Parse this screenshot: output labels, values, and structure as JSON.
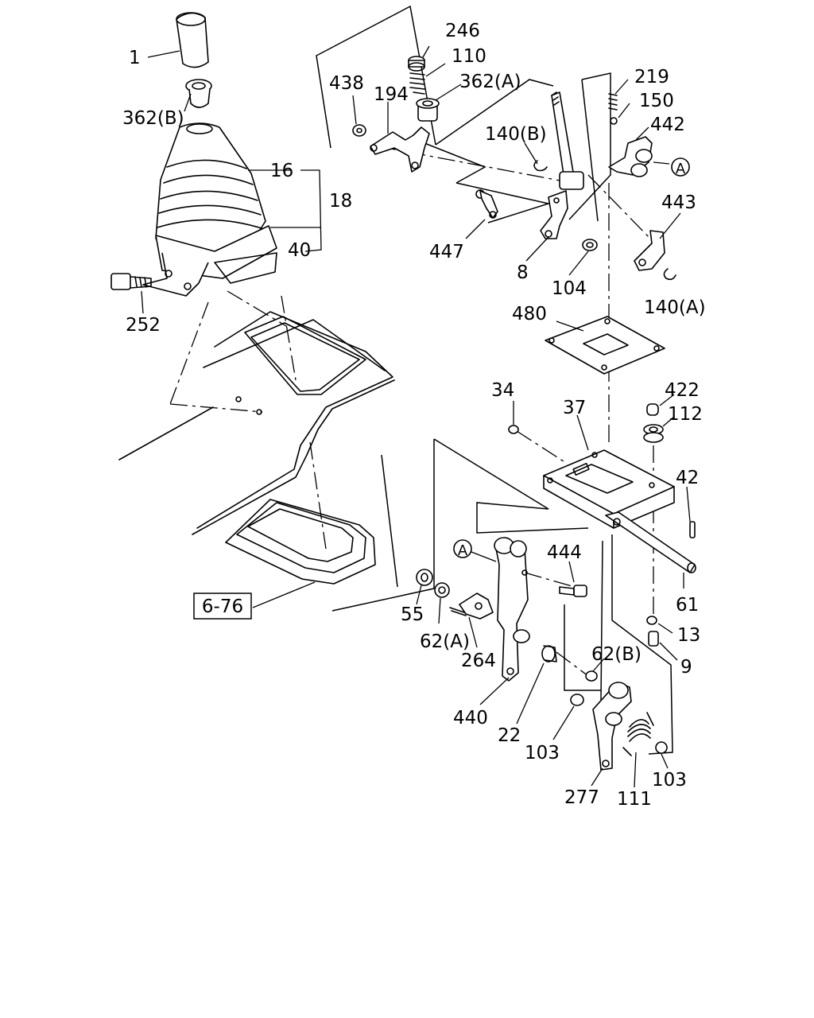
{
  "diagram": {
    "callouts": [
      {
        "id": "c1",
        "text": "1"
      },
      {
        "id": "c362b",
        "text": "362(B)"
      },
      {
        "id": "c16",
        "text": "16"
      },
      {
        "id": "c18",
        "text": "18"
      },
      {
        "id": "c40",
        "text": "40"
      },
      {
        "id": "c252",
        "text": "252"
      },
      {
        "id": "c246",
        "text": "246"
      },
      {
        "id": "c110",
        "text": "110"
      },
      {
        "id": "c362a",
        "text": "362(A)"
      },
      {
        "id": "c438",
        "text": "438"
      },
      {
        "id": "c194",
        "text": "194"
      },
      {
        "id": "c140b",
        "text": "140(B)"
      },
      {
        "id": "c447",
        "text": "447"
      },
      {
        "id": "c8",
        "text": "8"
      },
      {
        "id": "c104",
        "text": "104"
      },
      {
        "id": "c219",
        "text": "219"
      },
      {
        "id": "c150",
        "text": "150"
      },
      {
        "id": "c442",
        "text": "442"
      },
      {
        "id": "c443",
        "text": "443"
      },
      {
        "id": "c140a",
        "text": "140(A)"
      },
      {
        "id": "c480",
        "text": "480"
      },
      {
        "id": "c34",
        "text": "34"
      },
      {
        "id": "c37",
        "text": "37"
      },
      {
        "id": "c422",
        "text": "422"
      },
      {
        "id": "c112",
        "text": "112"
      },
      {
        "id": "c42",
        "text": "42"
      },
      {
        "id": "c61",
        "text": "61"
      },
      {
        "id": "c444",
        "text": "444"
      },
      {
        "id": "c13",
        "text": "13"
      },
      {
        "id": "c9",
        "text": "9"
      },
      {
        "id": "c55",
        "text": "55"
      },
      {
        "id": "c62a",
        "text": "62(A)"
      },
      {
        "id": "c264",
        "text": "264"
      },
      {
        "id": "c62b",
        "text": "62(B)"
      },
      {
        "id": "c440",
        "text": "440"
      },
      {
        "id": "c22",
        "text": "22"
      },
      {
        "id": "c103a",
        "text": "103"
      },
      {
        "id": "c103b",
        "text": "103"
      },
      {
        "id": "c277",
        "text": "277"
      },
      {
        "id": "c111",
        "text": "111"
      }
    ],
    "connector_marks": [
      {
        "id": "a-top",
        "text": "A"
      },
      {
        "id": "a-bottom",
        "text": "A"
      }
    ],
    "reference_box": {
      "text": "6-76"
    }
  }
}
